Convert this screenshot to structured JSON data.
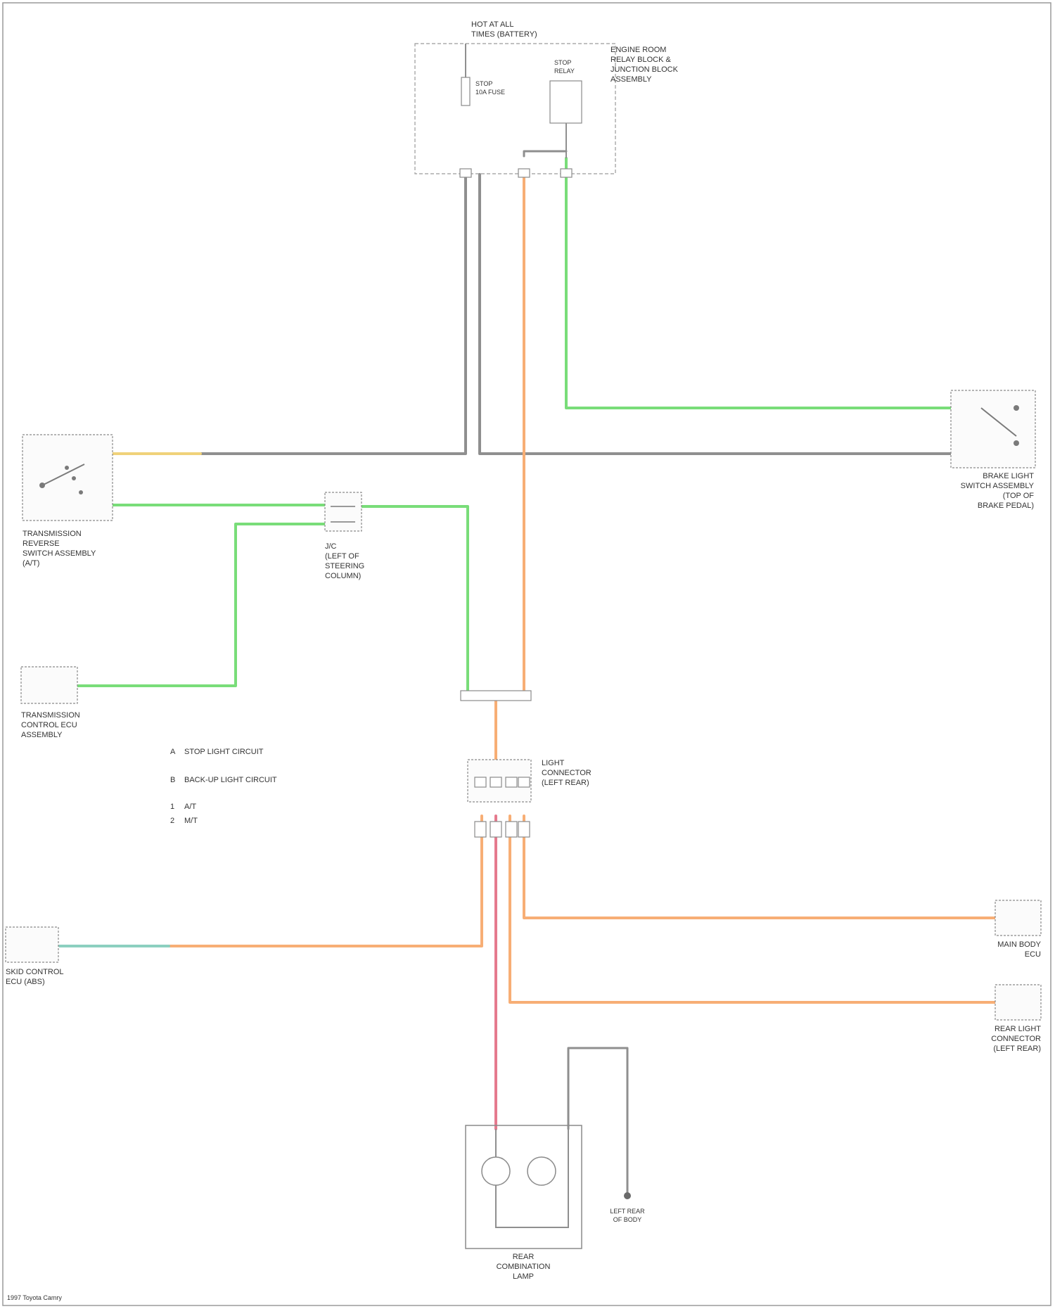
{
  "colors": {
    "wire_gray": "#8f8f8f",
    "wire_green": "#79dd79",
    "wire_orange": "#f7ae75",
    "wire_red": "#e57a8e",
    "wire_yellow": "#f0d27a",
    "wire_teal": "#8ccfbf",
    "frame": "#9a9a9a"
  },
  "components": {
    "fuse_block": {
      "header": [
        "HOT AT ALL",
        "TIMES (BATTERY)"
      ],
      "description": [
        "ENGINE ROOM",
        "RELAY BLOCK &",
        "JUNCTION BLOCK",
        "ASSEMBLY"
      ],
      "fuse_label": [
        "STOP",
        "10A FUSE"
      ],
      "relay_label": [
        "STOP",
        "RELAY"
      ]
    },
    "brake_switch": {
      "description": [
        "BRAKE LIGHT",
        "SWITCH ASSEMBLY",
        "(TOP OF",
        "BRAKE PEDAL)"
      ]
    },
    "trans_switch": {
      "description": [
        "TRANSMISSION",
        "REVERSE",
        "SWITCH ASSEMBLY",
        "(A/T)"
      ]
    },
    "junction_connector": {
      "description": [
        "J/C",
        "(LEFT OF",
        "STEERING",
        "COLUMN)"
      ]
    },
    "tcm": {
      "description": [
        "TRANSMISSION",
        "CONTROL ECU",
        "ASSEMBLY"
      ]
    },
    "connector_group": {
      "description": [
        "LIGHT",
        "CONNECTOR",
        "(LEFT REAR)"
      ]
    },
    "skid_control": {
      "description": [
        "SKID CONTROL",
        "ECU (ABS)"
      ]
    },
    "body_ecu": {
      "description": [
        "MAIN BODY",
        "ECU"
      ]
    },
    "rear_connector": {
      "description": [
        "REAR LIGHT",
        "CONNECTOR",
        "(LEFT REAR)"
      ]
    },
    "rear_lamp": {
      "description": [
        "REAR",
        "COMBINATION",
        "LAMP"
      ]
    },
    "ground": {
      "label": [
        "LEFT REAR",
        "OF BODY"
      ]
    }
  },
  "legend": [
    {
      "marker": "A",
      "text": "STOP LIGHT CIRCUIT"
    },
    {
      "marker": "B",
      "text": "BACK-UP LIGHT CIRCUIT"
    },
    {
      "marker": "1",
      "text": "A/T"
    },
    {
      "marker": "2",
      "text": "M/T"
    }
  ],
  "footer": "1997 Toyota Camry"
}
